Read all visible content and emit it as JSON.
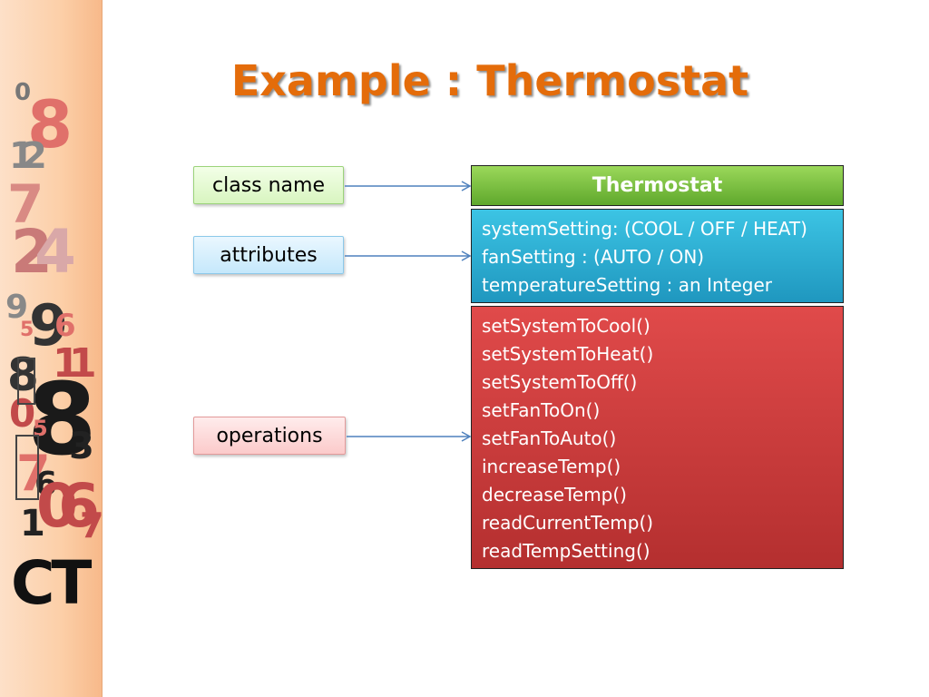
{
  "slide": {
    "title": "Example : Thermostat"
  },
  "labels": {
    "class_name": "class name",
    "attributes": "attributes",
    "operations": "operations"
  },
  "uml_class": {
    "name": "Thermostat",
    "attributes": [
      "systemSetting: (COOL / OFF / HEAT)",
      "fanSetting : (AUTO / ON)",
      "temperatureSetting : an Integer"
    ],
    "operations": [
      "setSystemToCool()",
      "setSystemToHeat()",
      "setSystemToOff()",
      "setFanToOn()",
      "setFanToAuto()",
      "increaseTemp()",
      "decreaseTemp()",
      "readCurrentTemp()",
      "readTempSetting()"
    ]
  },
  "decoration": {
    "logo_text": "CT",
    "numbers": [
      "0",
      "8",
      "1",
      "2",
      "7",
      "2",
      "4",
      "9",
      "5",
      "9",
      "6",
      "1",
      "1",
      "8",
      "0",
      "8",
      "5",
      "3",
      "7",
      "6",
      "0",
      "6",
      "1",
      "7"
    ]
  },
  "colors": {
    "title": "#e46c0a",
    "class_name_fill": "#6fb83a",
    "attributes_fill": "#2aaed6",
    "operations_fill": "#c93c3c",
    "arrow": "#4f81bd"
  }
}
